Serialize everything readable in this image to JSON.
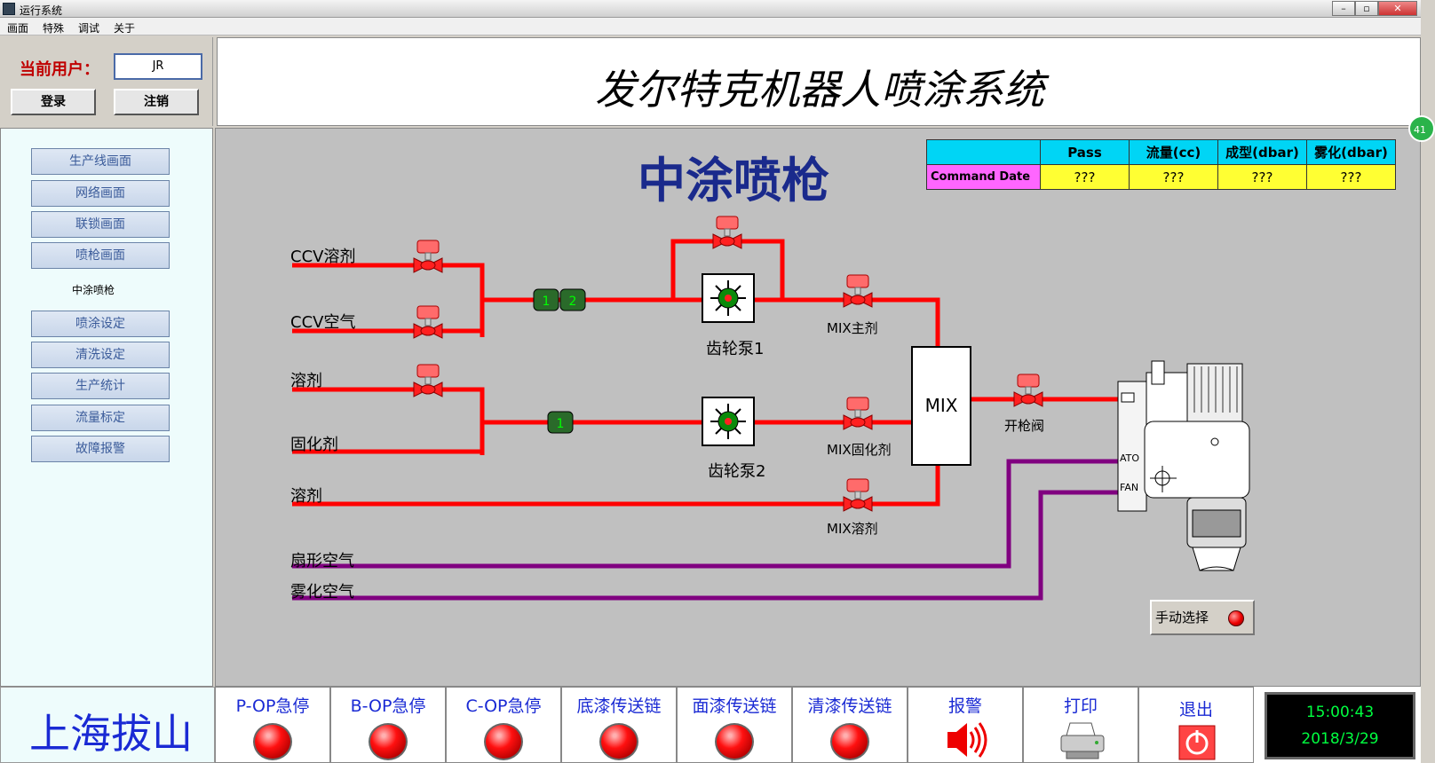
{
  "window": {
    "title": "运行系统"
  },
  "menu": [
    "画面",
    "特殊",
    "调试",
    "关于"
  ],
  "user": {
    "label": "当前用户：",
    "value": "JR",
    "login": "登录",
    "logout": "注销"
  },
  "banner": {
    "title": "发尔特克机器人喷涂系统"
  },
  "nav": {
    "items": [
      "生产线画面",
      "网络画面",
      "联锁画面",
      "喷枪画面",
      "喷涂设定",
      "清洗设定",
      "生产统计",
      "流量标定",
      "故障报警"
    ],
    "current": "中涂喷枪"
  },
  "main": {
    "title": "中涂喷枪",
    "table": {
      "headers": [
        "",
        "Pass",
        "流量(cc)",
        "成型(dbar)",
        "雾化(dbar)"
      ],
      "row_label": "Command Date",
      "values": [
        "???",
        "???",
        "???",
        "???"
      ]
    },
    "labels": {
      "ccv_solvent": "CCV溶剂",
      "ccv_air": "CCV空气",
      "solvent1": "溶剂",
      "hardener": "固化剂",
      "solvent2": "溶剂",
      "fan_air": "扇形空气",
      "atomize_air": "雾化空气",
      "pump1": "齿轮泵1",
      "pump2": "齿轮泵2",
      "mix_main": "MIX主剂",
      "mix_hardener": "MIX固化剂",
      "mix_solvent": "MIX溶剂",
      "mix": "MIX",
      "trigger_valve": "开枪阀",
      "ato": "ATO",
      "fan": "FAN",
      "cv1": "1",
      "cv2": "2",
      "cv3": "1"
    },
    "manual_select": "手动选择"
  },
  "bottom": {
    "logo": "上海拔山",
    "buttons": [
      "P-OP急停",
      "B-OP急停",
      "C-OP急停",
      "底漆传送链",
      "面漆传送链",
      "清漆传送链",
      "报警",
      "打印",
      "退出"
    ],
    "time": "15:00:43",
    "date": "2018/3/29"
  },
  "side_badge": "41",
  "colors": {
    "fluid_line": "#ff0000",
    "air_line": "#800080",
    "title_blue": "#1a2a8c"
  }
}
